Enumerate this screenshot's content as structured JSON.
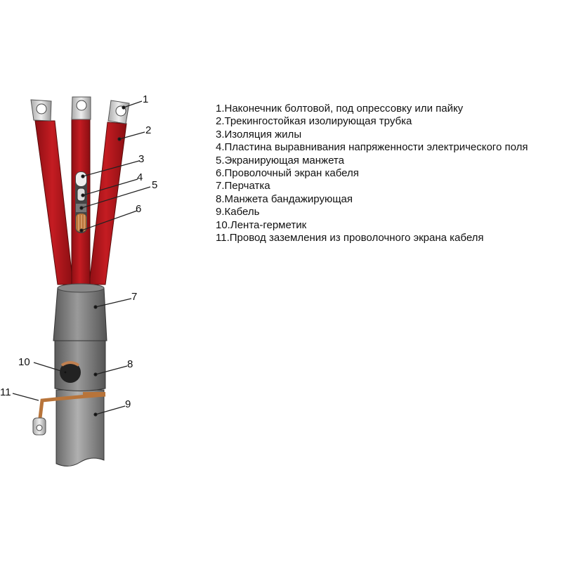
{
  "diagram": {
    "callouts": [
      "1",
      "2",
      "3",
      "4",
      "5",
      "6",
      "7",
      "8",
      "9",
      "10",
      "11"
    ],
    "legend": [
      "1.Наконечник болтовой, под опрессовку или пайку",
      "2.Трекингостойкая изолирующая трубка",
      "3.Изоляция жилы",
      "4.Пластина выравнивания напряженности электрического поля",
      "5.Экранирующая манжета",
      "6.Проволочный экран кабеля",
      "7.Перчатка",
      "8.Манжета бандажирующая",
      "9.Кабель",
      "10.Лента-герметик",
      "11.Провод заземления из проволочного экрана кабеля"
    ],
    "colors": {
      "tube": "#b5151b",
      "glove": "#7a7a7a",
      "cable": "#8c8c8c",
      "lug": "#d8d8d8",
      "copper": "#b8743a"
    }
  }
}
